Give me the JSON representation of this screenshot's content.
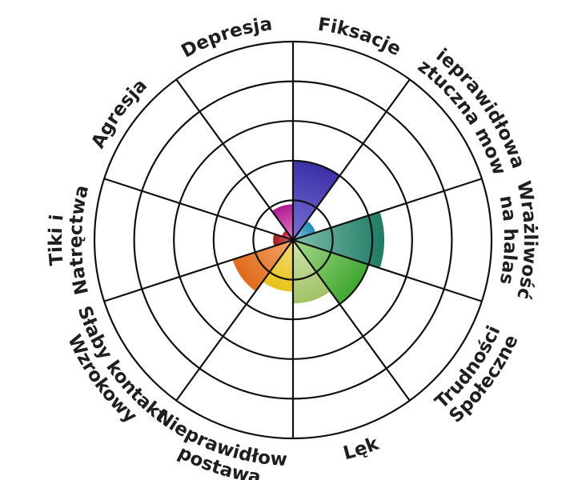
{
  "chart_data": {
    "type": "polar-area",
    "scale": {
      "rings": 5,
      "max": 5,
      "grid": true
    },
    "categories": [
      {
        "id": "fiksacje",
        "lines": [
          "Fiksacje"
        ],
        "value": 2.0,
        "color": "#3a2fa6",
        "color_light": "#7a72d6"
      },
      {
        "id": "nieprawidlowa-sztuczna-mowa",
        "lines": [
          "Nieprawidłowa/",
          "Sztuczna mowa"
        ],
        "value": 0.6,
        "color": "#1f8bb5",
        "color_light": "#8fc9dd"
      },
      {
        "id": "wrazliwosc-na-halas",
        "lines": [
          "Wrażliwość",
          "na halas"
        ],
        "value": 2.3,
        "color": "#1f7a63",
        "color_light": "#7fbfad"
      },
      {
        "id": "trudnosci-spoleczne",
        "lines": [
          "Trudności",
          "Społeczne"
        ],
        "value": 2.0,
        "color": "#3fa62e",
        "color_light": "#a8d98f"
      },
      {
        "id": "lek",
        "lines": [
          "Lęk"
        ],
        "value": 1.6,
        "color": "#9fc266",
        "color_light": "#d4e6b0"
      },
      {
        "id": "nieprawidlowa-postawa",
        "lines": [
          "Nieprawidłowa",
          "postawa"
        ],
        "value": 1.3,
        "color": "#e8c21a",
        "color_light": "#f3dc78"
      },
      {
        "id": "slaby-kontakt-wzrokowy",
        "lines": [
          "Słaby kontakt",
          "Wzrokowy"
        ],
        "value": 1.6,
        "color": "#e06a1a",
        "color_light": "#f2a46b"
      },
      {
        "id": "tiki-i-natrectwa",
        "lines": [
          "Tiki i",
          "Natręctwa"
        ],
        "value": 0.5,
        "color": "#9f1a1a",
        "color_light": "#d36a6a"
      },
      {
        "id": "agresja",
        "lines": [
          "Agresja"
        ],
        "value": 0.3,
        "color": "#c4183a",
        "color_light": "#e7809a"
      },
      {
        "id": "depresja",
        "lines": [
          "Depresja"
        ],
        "value": 0.9,
        "color": "#b01a8f",
        "color_light": "#e07fc8"
      }
    ]
  }
}
